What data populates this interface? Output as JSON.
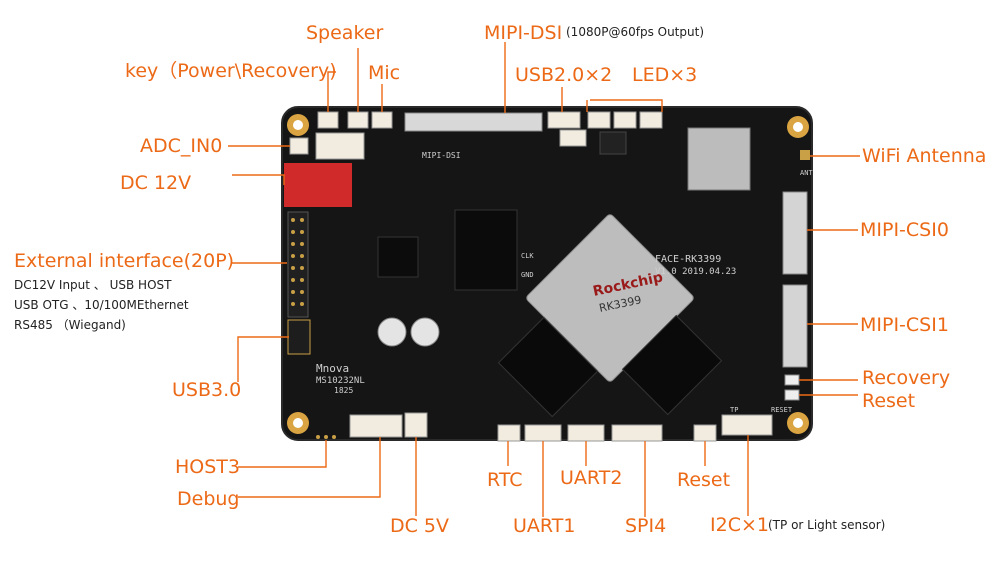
{
  "accent_color": "#ec6a17",
  "board": {
    "marks": {
      "model": "FACE-RK3399",
      "version": "V1.0 2019.04.23",
      "soc_brand": "Rockchip",
      "soc_model": "RK3399",
      "mnova": "Mnova",
      "mnova_part": "MS10232NL",
      "mnova_code": "1825",
      "mipi_dsi": "MIPI-DSI",
      "clk": "CLK",
      "gnd": "GND",
      "ant": "ANT",
      "reset": "RESET",
      "tp": "TP"
    }
  },
  "labels": {
    "speaker": "Speaker",
    "mipi_dsi": "MIPI-DSI",
    "mipi_dsi_note": "(1080P@60fps Output)",
    "key": "key（Power\\Recovery)",
    "mic": "Mic",
    "usb20": "USB2.0×2",
    "led": "LED×3",
    "adc": "ADC_IN0",
    "dc12": "DC 12V",
    "wifi": "WiFi Antenna",
    "ext": "External interface(20P)",
    "ext_line1": "DC12V Input 、 USB HOST",
    "ext_line2": "USB OTG 、10/100MEthernet",
    "ext_line3": "RS485 （Wiegand)",
    "csi0": "MIPI-CSI0",
    "csi1": "MIPI-CSI1",
    "usb30": "USB3.0",
    "recovery": "Recovery",
    "reset_right": "Reset",
    "host3": "HOST3",
    "debug": "Debug",
    "dc5": "DC 5V",
    "rtc": "RTC",
    "uart1": "UART1",
    "uart2": "UART2",
    "spi4": "SPI4",
    "reset_bottom": "Reset",
    "i2c": "I2C×1",
    "i2c_note": "(TP or Light sensor)"
  }
}
